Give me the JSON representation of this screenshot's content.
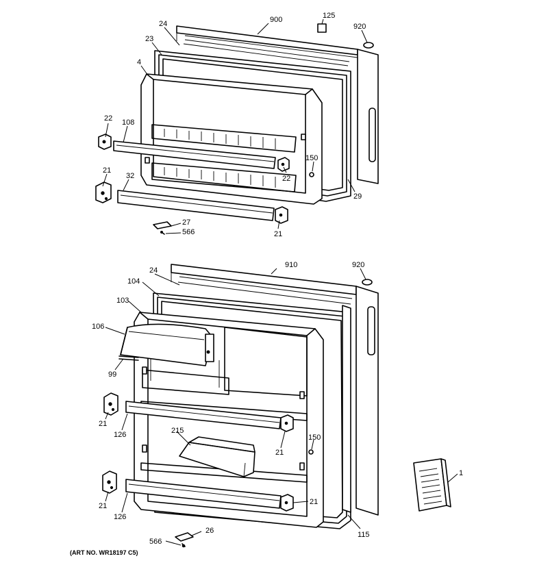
{
  "top_assembly": {
    "labels": [
      "900",
      "125",
      "920",
      "24",
      "23",
      "4",
      "22",
      "108",
      "150",
      "22",
      "21",
      "32",
      "29",
      "27",
      "566",
      "21"
    ]
  },
  "bottom_assembly": {
    "labels": [
      "910",
      "920",
      "24",
      "104",
      "103",
      "106",
      "99",
      "21",
      "126",
      "215",
      "150",
      "21",
      "21",
      "126",
      "21",
      "115",
      "26",
      "566",
      "1"
    ]
  },
  "footer": {
    "art_number": "(ART NO. WR18197 C5)"
  }
}
